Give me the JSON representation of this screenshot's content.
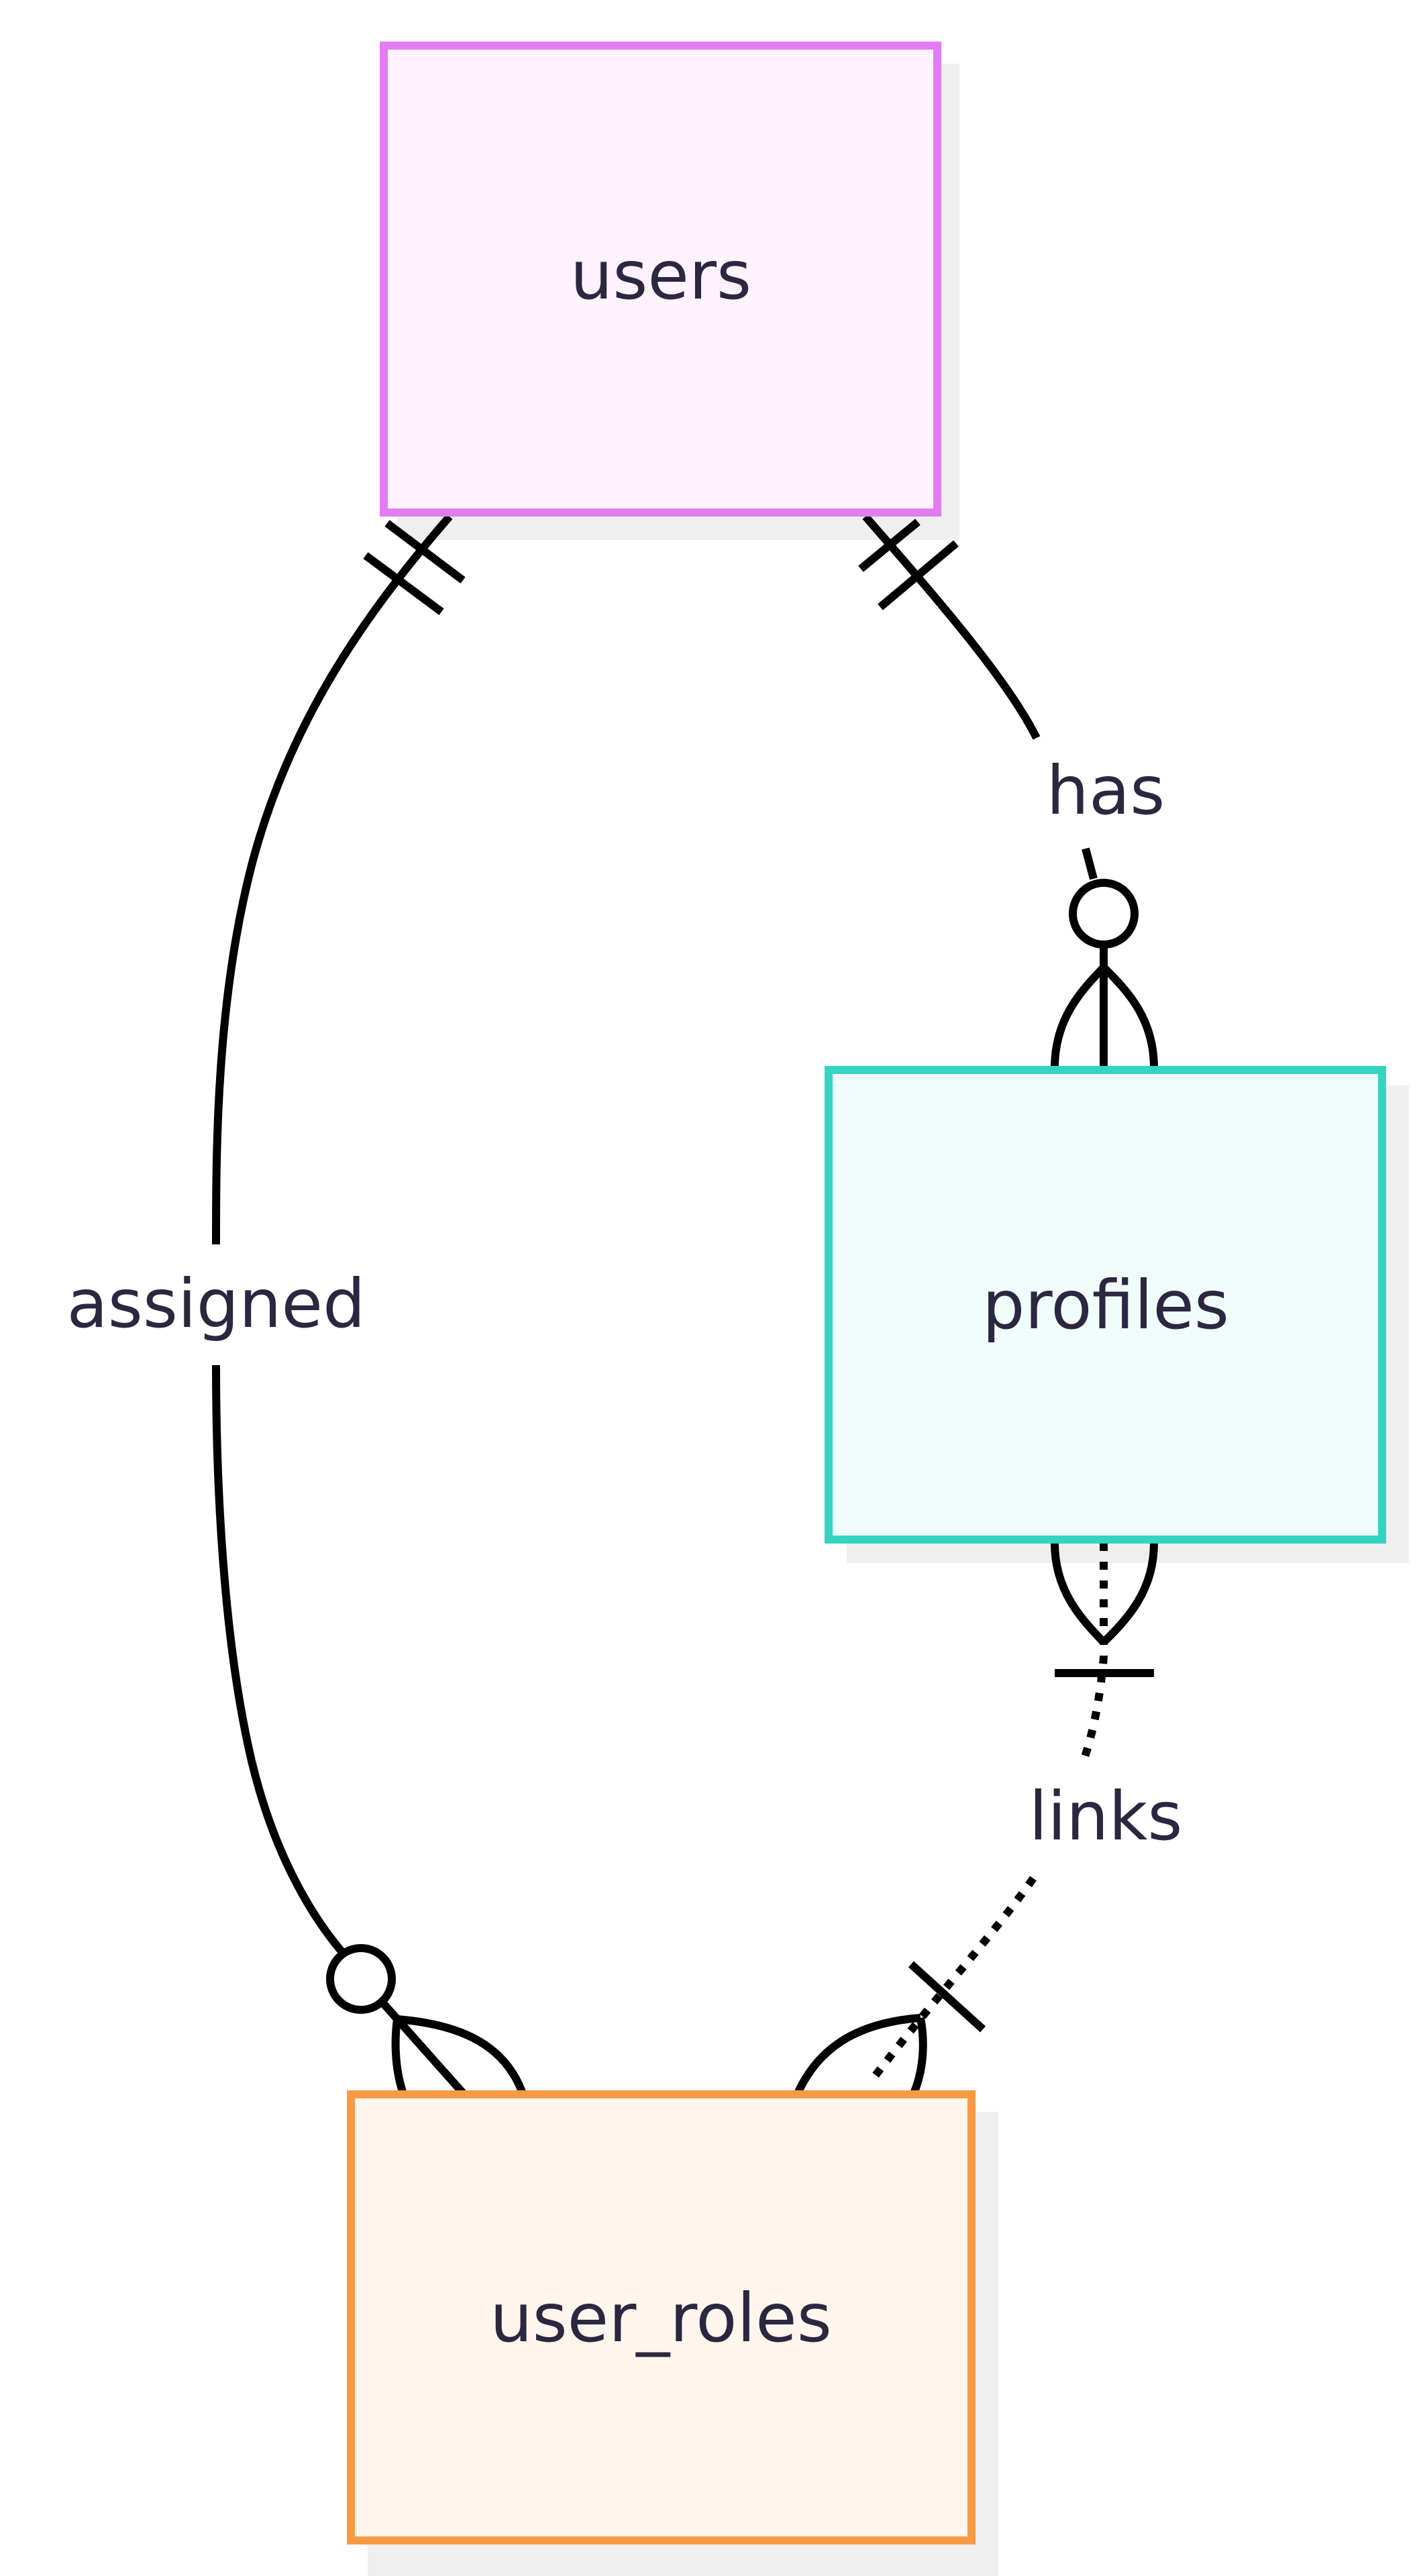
{
  "diagram": {
    "type": "entity-relationship",
    "entities": [
      {
        "id": "users",
        "label": "users",
        "stroke": "#e27cf2",
        "fill": "#fdf2fe"
      },
      {
        "id": "profiles",
        "label": "profiles",
        "stroke": "#35d4c2",
        "fill": "#effcfa"
      },
      {
        "id": "user_roles",
        "label": "user_roles",
        "stroke": "#f79a45",
        "fill": "#fef5ec"
      }
    ],
    "relationships": [
      {
        "id": "has",
        "label": "has",
        "from": "users",
        "to": "profiles",
        "from_cardinality": "exactly-one",
        "to_cardinality": "zero-or-many",
        "line": "solid"
      },
      {
        "id": "assigned",
        "label": "assigned",
        "from": "users",
        "to": "user_roles",
        "from_cardinality": "exactly-one",
        "to_cardinality": "zero-or-many",
        "line": "solid"
      },
      {
        "id": "links",
        "label": "links",
        "from": "profiles",
        "to": "user_roles",
        "from_cardinality": "one-or-many",
        "to_cardinality": "one-or-many",
        "line": "dotted"
      }
    ],
    "colors": {
      "text": "#2b2740",
      "edge": "#000000",
      "shadow": "#efefef",
      "background": "#ffffff"
    }
  }
}
